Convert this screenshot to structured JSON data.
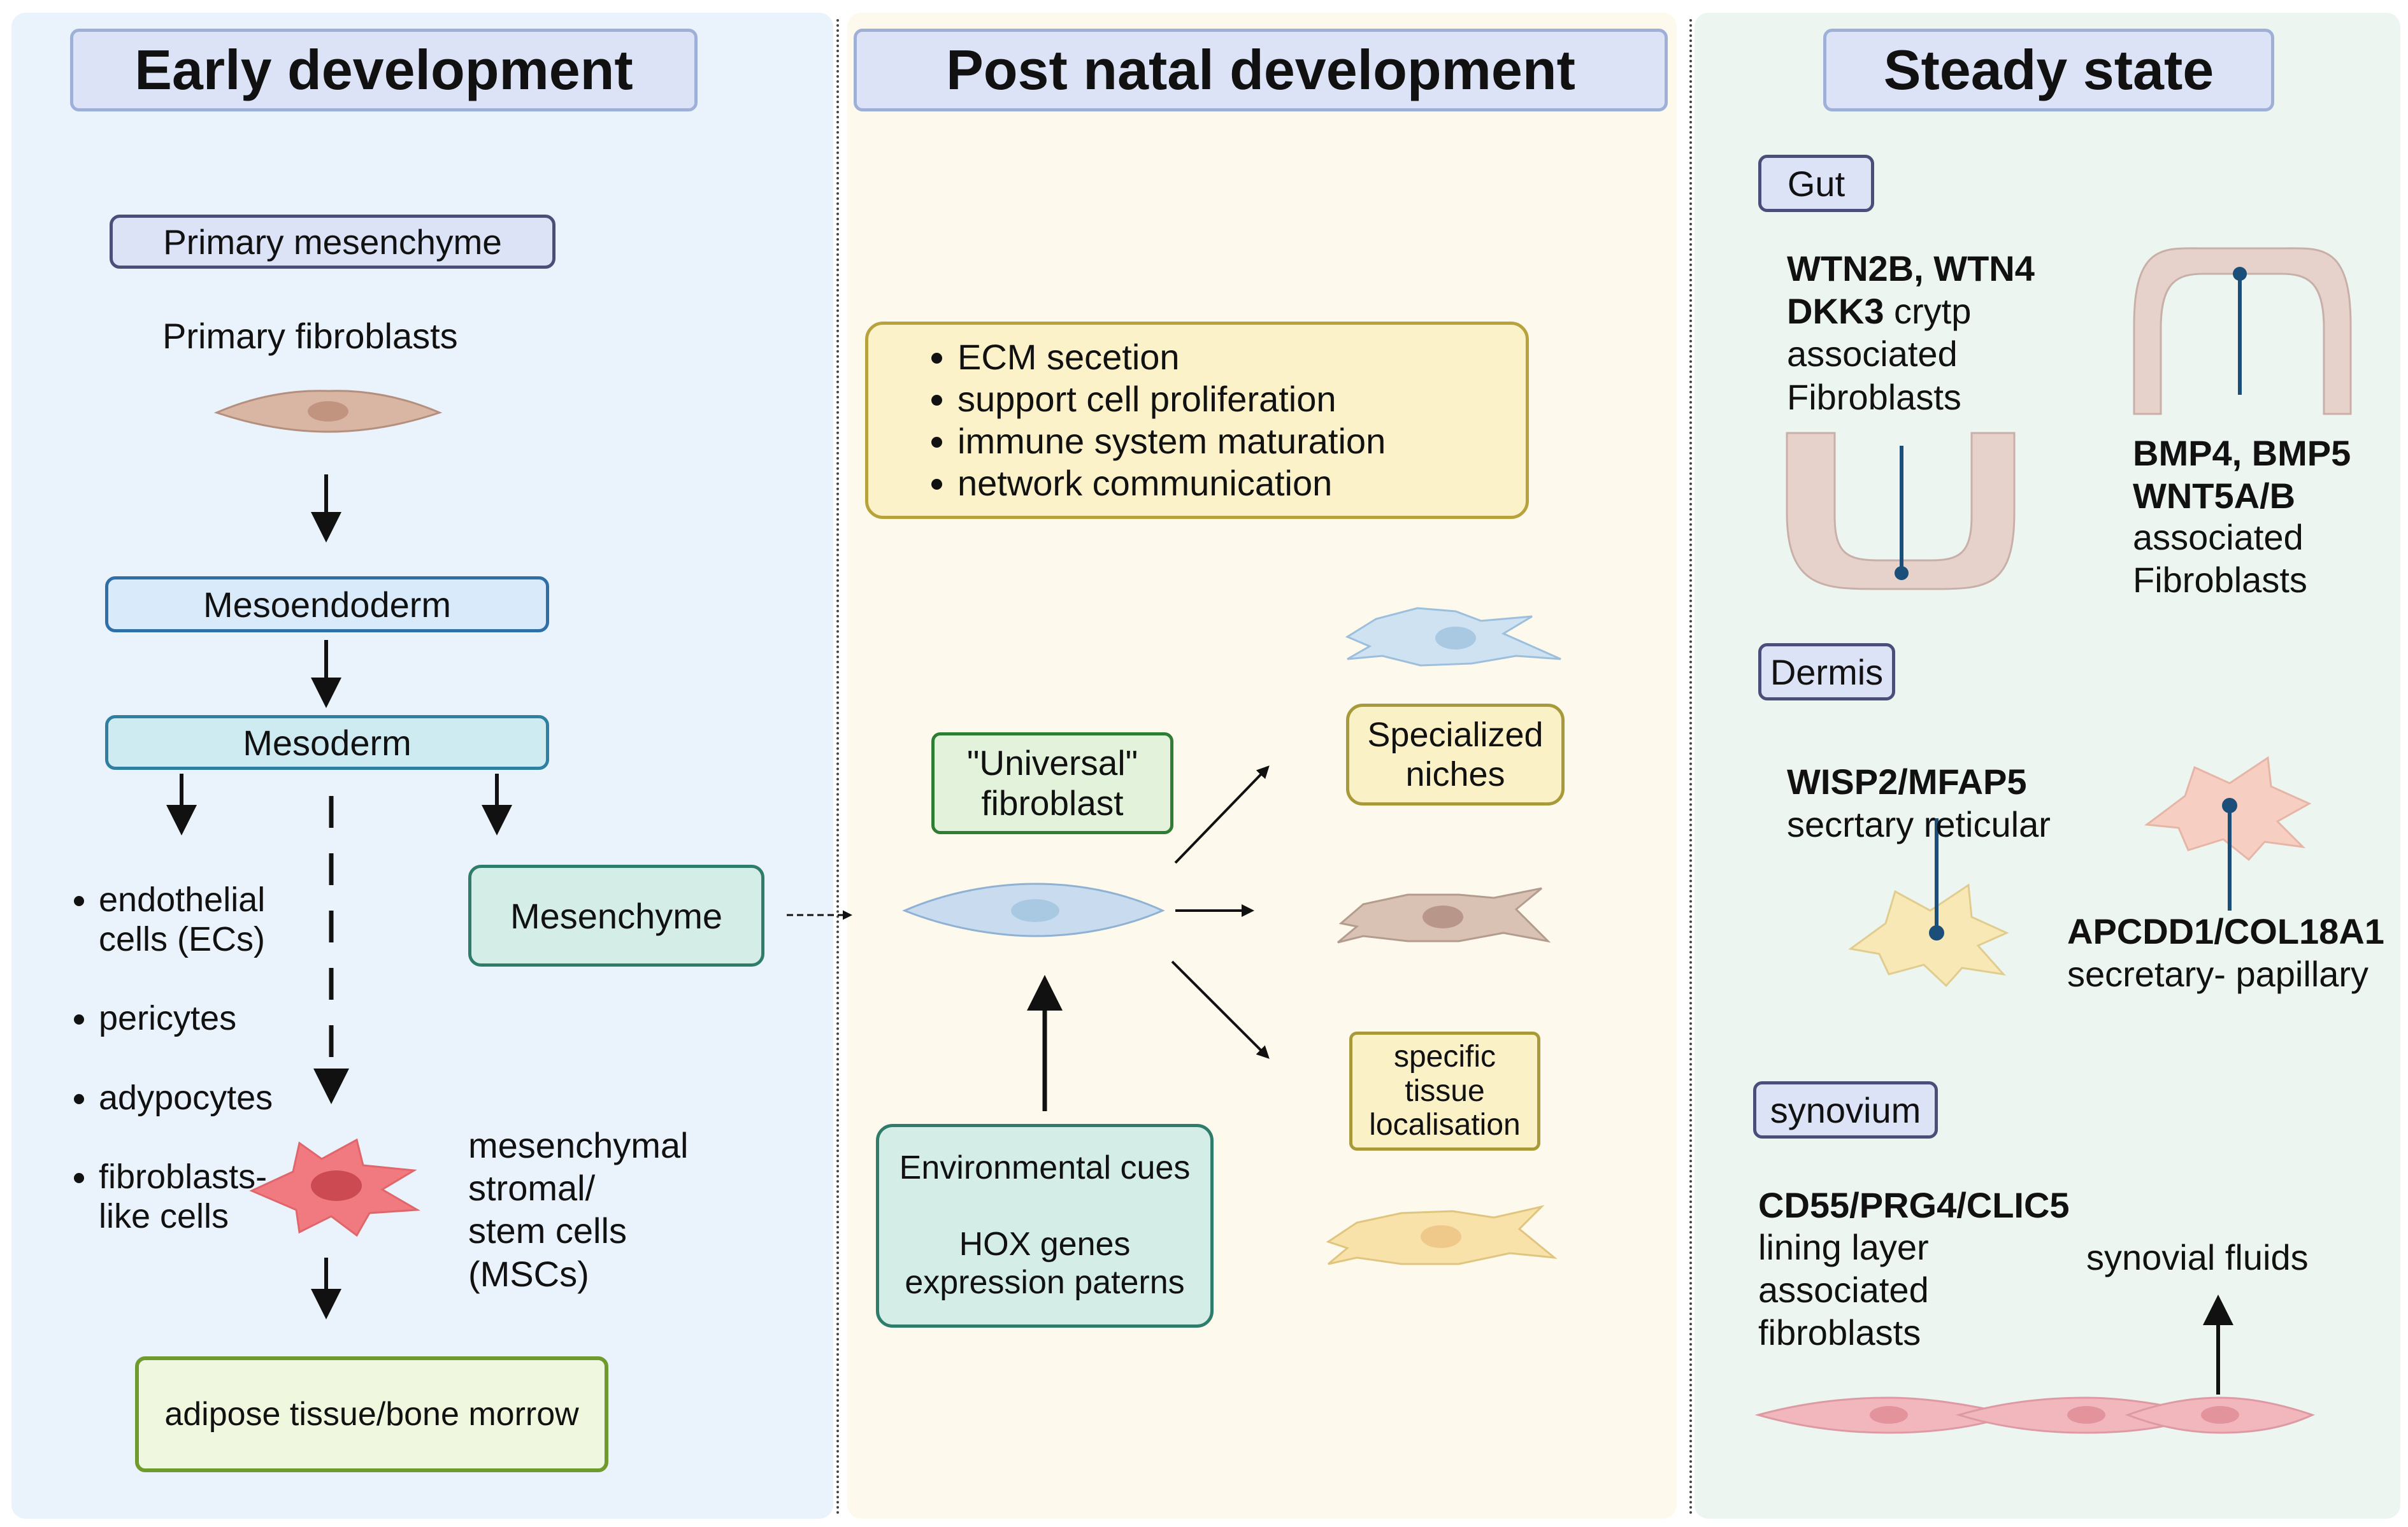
{
  "headers": {
    "early": "Early development",
    "postnatal": "Post natal development",
    "steady": "Steady state"
  },
  "early": {
    "primary_mesenchyme": "Primary mesenchyme",
    "primary_fibroblasts": "Primary fibroblasts",
    "mesoendoderm": "Mesoendoderm",
    "mesoderm": "Mesoderm",
    "mesenchyme": "Mesenchyme",
    "derivatives": [
      "endothelial\ncells (ECs)",
      "pericytes",
      "adypocytes",
      "fibroblasts-\nlike cells"
    ],
    "mscs": "mesenchymal\nstromal/\nstem cells\n(MSCs)",
    "adipose": "adipose tissue/bone morrow"
  },
  "postnatal": {
    "functions": [
      "ECM secetion",
      "support cell proliferation",
      "immune system maturation",
      "network communication"
    ],
    "universal": "\"Universal\"\nfibroblast",
    "specialized": "Specialized\nniches",
    "specific": "specific\ntissue\nlocalisation",
    "cues": "Environmental cues\n\nHOX genes\nexpression paterns"
  },
  "steady": {
    "gut_label": "Gut",
    "gut_crypt_markers": "WTN2B, WTN4\nDKK3",
    "gut_crypt_text": " crytp\nassociated\nFibroblasts",
    "gut_villus_markers": "BMP4, BMP5\nWNT5A/B",
    "gut_villus_text": "associated\nFibroblasts",
    "dermis_label": "Dermis",
    "dermis_ret_markers": "WISP2/MFAP5",
    "dermis_ret_text": "secrtary reticular",
    "dermis_pap_markers": "APCDD1/COL18A1",
    "dermis_pap_text": "secretary- papillary",
    "synovium_label": "synovium",
    "syn_markers": "CD55/PRG4/CLIC5",
    "syn_text": "lining layer\nassociated\nfibroblasts",
    "syn_fluids": "synovial fluids"
  },
  "colors": {
    "early_bg": "#eaf2fb",
    "postnatal_bg": "#fdf9ec",
    "steady_bg": "#edf5f1",
    "header_fill": "#dde3f6",
    "universal_green": "#2e7d32",
    "environment_teal": "#2e7d6a",
    "niche_yellow": "#9a8a2a"
  }
}
